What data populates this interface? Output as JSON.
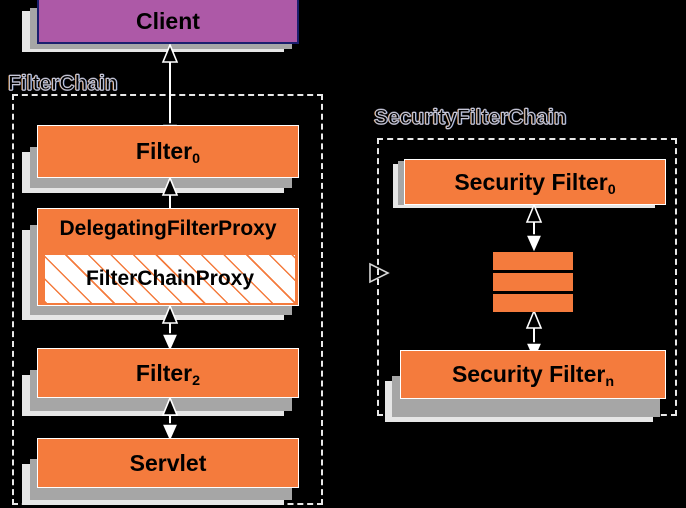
{
  "diagram": {
    "title": "Spring Security FilterChain architecture",
    "background_color": "#000000",
    "colors": {
      "client_fill": "#ad59a7",
      "client_border": "#1b1f6e",
      "filter_fill": "#f47b3d",
      "filter_border": "#ffffff",
      "hatch_fill": "#ffffff",
      "hatch_stroke": "#f47b3d",
      "shadow_near": "#a6a6a6",
      "shadow_far": "#e6e6e6",
      "group_border": "#e8e8e8",
      "arrow_stroke": "#ffffff",
      "arrow_fill_solid": "#000000",
      "arrow_fill_hollow": "#ffffff"
    },
    "groups": [
      {
        "id": "filter-chain",
        "label": "FilterChain"
      },
      {
        "id": "security-filter-chain",
        "label": "SecurityFilterChain"
      }
    ],
    "nodes": [
      {
        "id": "client",
        "label": "Client",
        "subscript": "",
        "kind": "purple"
      },
      {
        "id": "filter-0",
        "label": "Filter",
        "subscript": "0",
        "kind": "orange"
      },
      {
        "id": "delegating-filter-proxy",
        "label": "DelegatingFilterProxy",
        "subscript": "",
        "kind": "orange"
      },
      {
        "id": "filter-chain-proxy",
        "label": "FilterChainProxy",
        "subscript": "",
        "kind": "hatch"
      },
      {
        "id": "filter-2",
        "label": "Filter",
        "subscript": "2",
        "kind": "orange"
      },
      {
        "id": "servlet",
        "label": "Servlet",
        "subscript": "",
        "kind": "orange"
      },
      {
        "id": "security-filter-0",
        "label": "Security Filter",
        "subscript": "0",
        "kind": "orange"
      },
      {
        "id": "security-filter-n",
        "label": "Security Filter",
        "subscript": "n",
        "kind": "orange"
      }
    ],
    "ellipsis_bars": [
      {
        "id": "ellipsis-bar-1"
      },
      {
        "id": "ellipsis-bar-2"
      },
      {
        "id": "ellipsis-bar-3"
      }
    ],
    "connectors": [
      {
        "id": "client-to-filter0",
        "from": "filter-0",
        "to": "client",
        "style": "double-head"
      },
      {
        "id": "filter0-to-delegating",
        "from": "delegating-filter-proxy",
        "to": "filter-0",
        "style": "double-head"
      },
      {
        "id": "delegating-to-filter2",
        "from": "filter-2",
        "to": "delegating-filter-proxy",
        "style": "double-head"
      },
      {
        "id": "filter2-to-servlet",
        "from": "servlet",
        "to": "filter-2",
        "style": "double-head"
      },
      {
        "id": "proxy-to-security-chain",
        "from": "filter-chain-proxy",
        "to": "security-filter-chain",
        "style": "hollow-triangle"
      },
      {
        "id": "securityfilter0-to-ellipsis",
        "from": "ellipsis-bar-1",
        "to": "security-filter-0",
        "style": "double-head"
      },
      {
        "id": "ellipsis-to-securityfiltern",
        "from": "security-filter-n",
        "to": "ellipsis-bar-3",
        "style": "double-head"
      }
    ]
  }
}
